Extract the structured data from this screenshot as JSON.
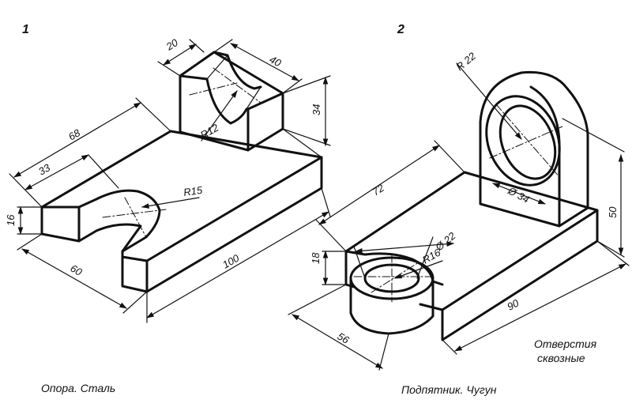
{
  "figures": [
    {
      "number": "1",
      "caption": "Опора. Сталь",
      "dims": {
        "d20": "20",
        "d40": "40",
        "d34": "34",
        "r12": "R12",
        "d68": "68",
        "d33": "33",
        "r15": "R15",
        "d16": "16",
        "d60": "60",
        "d100": "100"
      }
    },
    {
      "number": "2",
      "caption": "Подпятник. Чугун",
      "note_line1": "Отверстия",
      "note_line2": "сквозные",
      "dims": {
        "r22": "R 22",
        "d34": "Ø 34",
        "d72": "72",
        "d50": "50",
        "d22": "Ø 22",
        "r16": "R16",
        "d18": "18",
        "d56": "56",
        "d90": "90"
      }
    }
  ]
}
